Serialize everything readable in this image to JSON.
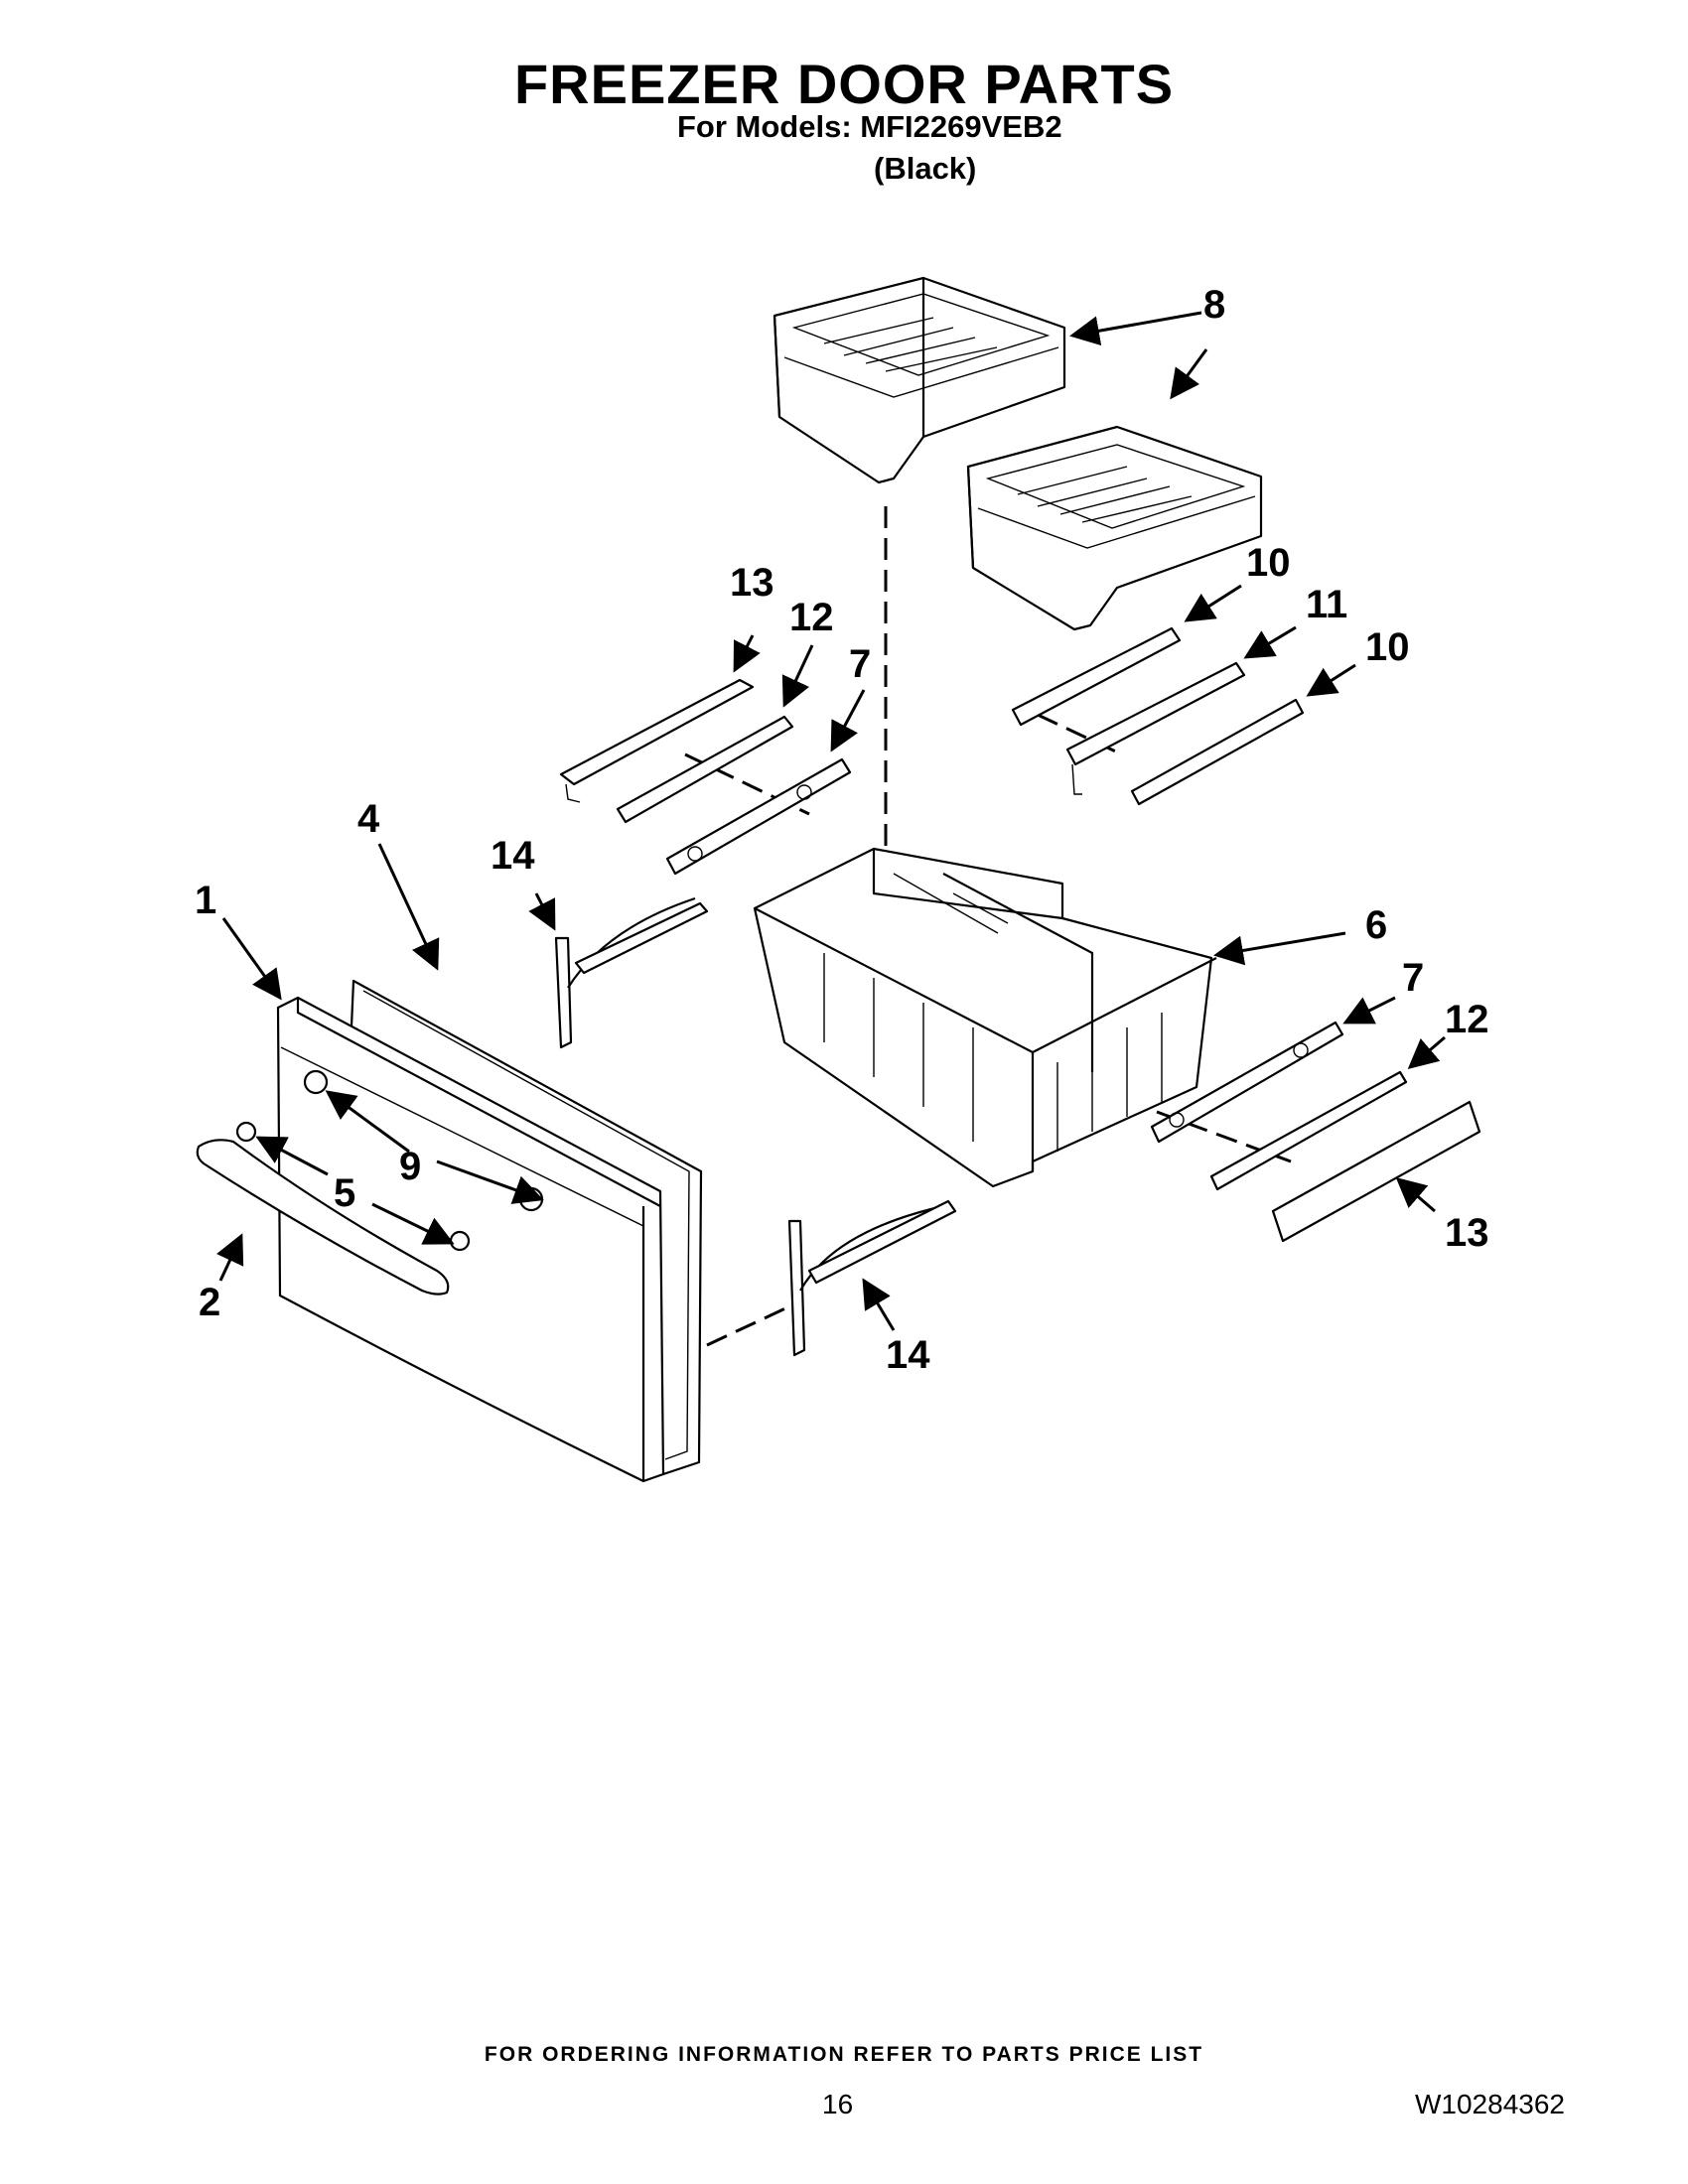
{
  "header": {
    "title": "FREEZER DOOR PARTS",
    "models": "For Models: MFI2269VEB2",
    "color": "(Black)"
  },
  "callouts": {
    "c1": "1",
    "c2": "2",
    "c4": "4",
    "c5": "5",
    "c6": "6",
    "c7a": "7",
    "c7b": "7",
    "c8": "8",
    "c9": "9",
    "c10a": "10",
    "c10b": "10",
    "c11": "11",
    "c12a": "12",
    "c12b": "12",
    "c13a": "13",
    "c13b": "13",
    "c14a": "14",
    "c14b": "14"
  },
  "footer": {
    "ordering_note": "FOR ORDERING INFORMATION REFER TO PARTS PRICE LIST",
    "page_number": "16",
    "document_number": "W10284362"
  }
}
